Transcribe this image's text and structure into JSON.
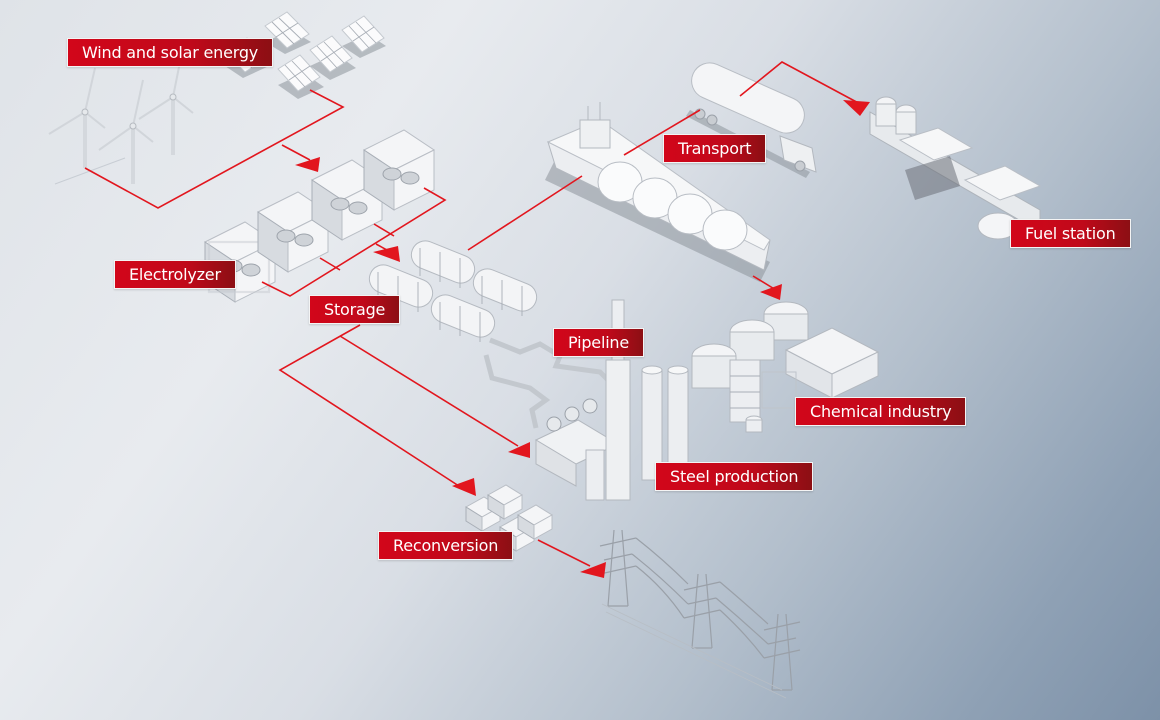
{
  "title": "Hydrogen value chain",
  "colors": {
    "accent_red": "#e2161e",
    "label_red": "#c0091a",
    "label_text": "#ffffff",
    "background_light": "#e8ebef",
    "background_dark": "#7d91a8"
  },
  "labels": {
    "wind_solar": "Wind and solar energy",
    "electrolyzer": "Electrolyzer",
    "storage": "Storage",
    "transport": "Transport",
    "fuel_station": "Fuel station",
    "pipeline": "Pipeline",
    "chemical_industry": "Chemical industry",
    "steel_production": "Steel production",
    "reconversion": "Reconversion"
  },
  "illustrations": [
    "wind-turbine-icon",
    "solar-panel-icon",
    "electrolyzer-icon",
    "storage-tank-icon",
    "lng-ship-icon",
    "tanker-truck-icon",
    "fuel-station-icon",
    "pipeline-icon",
    "chemical-plant-icon",
    "steel-plant-icon",
    "reconversion-unit-icon",
    "power-pylon-icon"
  ]
}
